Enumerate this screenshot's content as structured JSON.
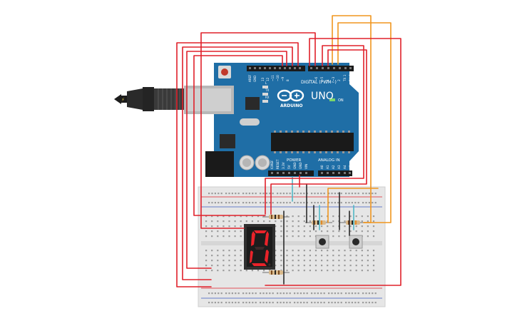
{
  "board": {
    "name": "UNO",
    "brand": "ARDUINO",
    "digital_label": "DIGITAL (PWM~)",
    "analog_label": "ANALOG IN",
    "power_label": "POWER",
    "on_label": "ON",
    "aref_label": "AREF",
    "gnd_label": "GND",
    "tx_label": "TX",
    "rx_label": "RX",
    "l_label": "L",
    "digital_pins": [
      "13",
      "12",
      "~11",
      "~10",
      "~9",
      "8",
      "7",
      "~6",
      "~5",
      "4",
      "~3",
      "2",
      "TX 1",
      "RX 0"
    ],
    "analog_pins": [
      "A0",
      "A1",
      "A2",
      "A3",
      "A4",
      "A5"
    ],
    "power_pins": [
      "IOREF",
      "RESET",
      "3.3V",
      "5V",
      "GND",
      "GND",
      "VIN"
    ]
  },
  "display": {
    "digit": "0"
  },
  "colors": {
    "board": "#1f6ea6",
    "wire_red": "#e0202a",
    "wire_orange": "#f0961e",
    "wire_black": "#2a2a2a",
    "wire_teal": "#4fb8c6",
    "segment_on": "#e8232a",
    "breadboard": "#e6e6e6"
  }
}
